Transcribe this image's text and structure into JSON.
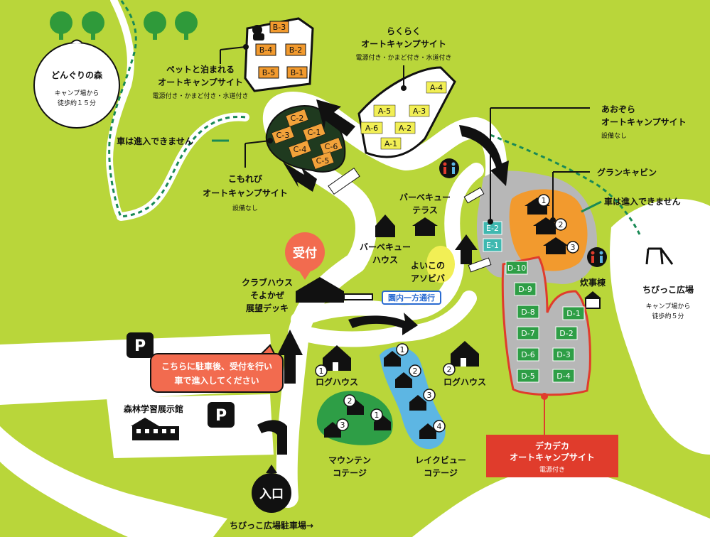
{
  "labels": {
    "donguri": "どんぐりの森",
    "donguri_sub1": "キャンプ場から",
    "donguri_sub2": "徒歩約１５分",
    "pet1": "ペットと泊まれる",
    "pet2": "オートキャンプサイト",
    "pet_sub": "電源付き・かまど付き・水道付き",
    "raku1": "らくらく",
    "raku2": "オートキャンプサイト",
    "raku_sub": "電源付き・かまど付き・水道付き",
    "aozora1": "あおぞら",
    "aozora2": "オートキャンプサイト",
    "aozora_sub": "設備なし",
    "gran": "グランキャビン",
    "noentry_left": "車は進入できません",
    "noentry_right": "車は進入できません",
    "komorebi1": "こもれび",
    "komorebi2": "オートキャンプサイト",
    "komorebi_sub": "設備なし",
    "bbq_terrace1": "バーベキュー",
    "bbq_terrace2": "テラス",
    "bbq_house1": "バーベキュー",
    "bbq_house2": "ハウス",
    "yoiko1": "よいこの",
    "yoiko2": "アソビバ",
    "reception": "受付",
    "club1": "クラブハウス",
    "club2": "そよかぜ",
    "club3": "展望デッキ",
    "oneway": "園内一方通行",
    "kitchen": "炊事棟",
    "chibikko": "ちびっこ広場",
    "chibikko_sub1": "キャンプ場から",
    "chibikko_sub2": "徒歩約５分",
    "parking_p": "P",
    "parking_note1": "こちらに駐車後、受付を行い",
    "parking_note2": "車で進入してください",
    "forest_hall": "森林学習展示館",
    "loghouse_1": "ログハウス",
    "loghouse_2": "ログハウス",
    "mountain1": "マウンテン",
    "mountain2": "コテージ",
    "lakeview1": "レイクビュー",
    "lakeview2": "コテージ",
    "deka1": "デカデカ",
    "deka2": "オートキャンプサイト",
    "deka_sub": "電源付き",
    "entrance": "入口",
    "to_parking": "ちびっこ広場駐車場→"
  },
  "sites": {
    "b": [
      "B-3",
      "B-4",
      "B-2",
      "B-5",
      "B-1"
    ],
    "a": [
      "A-4",
      "A-5",
      "A-3",
      "A-6",
      "A-2",
      "A-1"
    ],
    "c": [
      "C-2",
      "C-3",
      "C-1",
      "C-4",
      "C-6",
      "C-5"
    ],
    "e": [
      "E-2",
      "E-1"
    ],
    "d": [
      "D-10",
      "D-9",
      "D-8",
      "D-7",
      "D-6",
      "D-5",
      "D-1",
      "D-2",
      "D-3",
      "D-4"
    ]
  },
  "numbers": [
    "1",
    "2",
    "3",
    "4"
  ],
  "colors": {
    "grass": "#b9d63a",
    "road": "#ffffff",
    "orange": "#f29a2e",
    "teal": "#3fb8b0",
    "green_site": "#2e9e46",
    "blue": "#5db6e3",
    "red": "#e03c2c",
    "reception": "#f26b4f"
  }
}
